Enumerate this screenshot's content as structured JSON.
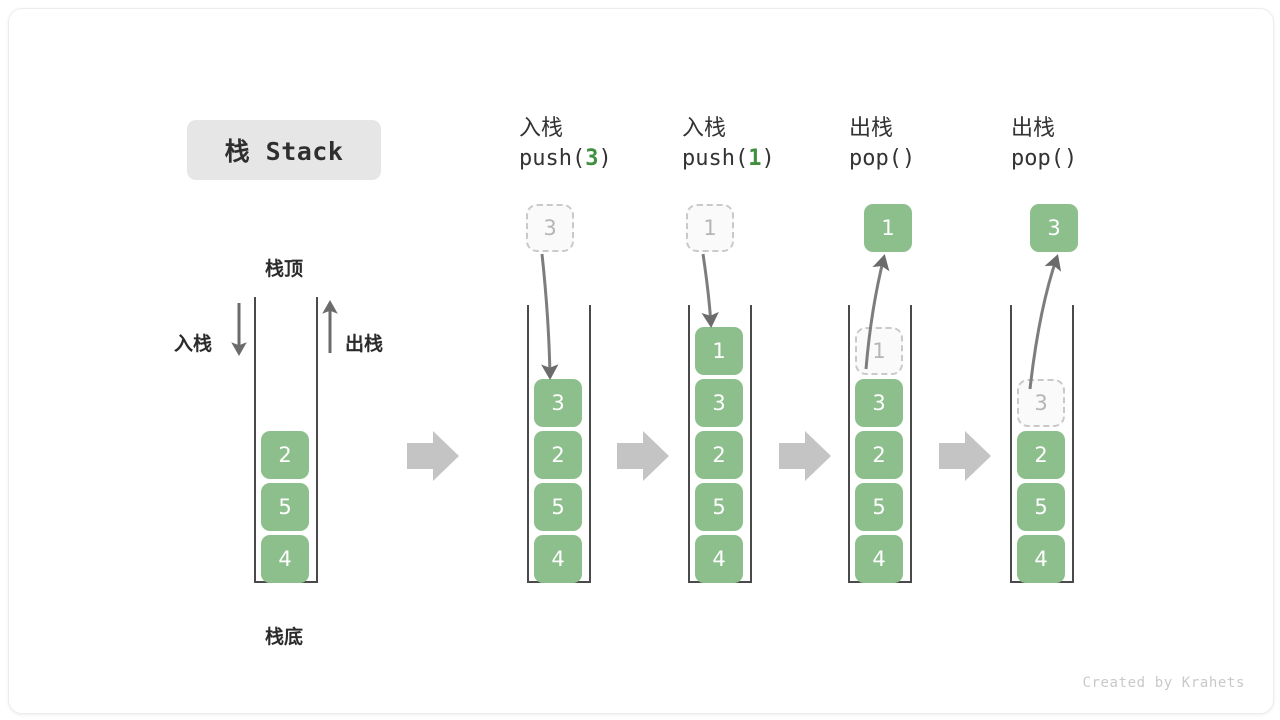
{
  "title": {
    "label": "栈 Stack"
  },
  "footer": {
    "text": "Created by Krahets"
  },
  "colors": {
    "green": "#8cbf8c",
    "green_text": "#3e8f3e",
    "ghost_border": "#c9c9c9",
    "ghost_text": "#b5b5b5",
    "wall": "#4a4a4a",
    "block_arrow": "#c4c4c4",
    "badge_bg": "#e6e6e6"
  },
  "legend": {
    "top_label": "栈顶",
    "bottom_label": "栈底",
    "push_label": "入栈",
    "pop_label": "出栈"
  },
  "stages": [
    {
      "id": "initial",
      "header_line1": "",
      "header_line2": "",
      "header_arg": "",
      "floating": null,
      "cells": [
        {
          "value": "2",
          "style": "solid"
        },
        {
          "value": "5",
          "style": "solid"
        },
        {
          "value": "4",
          "style": "solid"
        }
      ]
    },
    {
      "id": "push-3",
      "header_line1": "入栈",
      "header_prefix": "push(",
      "header_arg": "3",
      "header_suffix": ")",
      "floating": {
        "value": "3",
        "style": "ghost"
      },
      "arrow": "down",
      "cells": [
        {
          "value": "3",
          "style": "solid"
        },
        {
          "value": "2",
          "style": "solid"
        },
        {
          "value": "5",
          "style": "solid"
        },
        {
          "value": "4",
          "style": "solid"
        }
      ]
    },
    {
      "id": "push-1",
      "header_line1": "入栈",
      "header_prefix": "push(",
      "header_arg": "1",
      "header_suffix": ")",
      "floating": {
        "value": "1",
        "style": "ghost"
      },
      "arrow": "down",
      "cells": [
        {
          "value": "1",
          "style": "solid"
        },
        {
          "value": "3",
          "style": "solid"
        },
        {
          "value": "2",
          "style": "solid"
        },
        {
          "value": "5",
          "style": "solid"
        },
        {
          "value": "4",
          "style": "solid"
        }
      ]
    },
    {
      "id": "pop-1",
      "header_line1": "出栈",
      "header_prefix": "pop(",
      "header_arg": "",
      "header_suffix": ")",
      "floating": {
        "value": "1",
        "style": "solid"
      },
      "arrow": "up",
      "cells": [
        {
          "value": "1",
          "style": "ghost"
        },
        {
          "value": "3",
          "style": "solid"
        },
        {
          "value": "2",
          "style": "solid"
        },
        {
          "value": "5",
          "style": "solid"
        },
        {
          "value": "4",
          "style": "solid"
        }
      ]
    },
    {
      "id": "pop-3",
      "header_line1": "出栈",
      "header_prefix": "pop(",
      "header_arg": "",
      "header_suffix": ")",
      "floating": {
        "value": "3",
        "style": "solid"
      },
      "arrow": "up",
      "cells": [
        {
          "value": "3",
          "style": "ghost"
        },
        {
          "value": "2",
          "style": "solid"
        },
        {
          "value": "5",
          "style": "solid"
        },
        {
          "value": "4",
          "style": "solid"
        }
      ]
    }
  ]
}
